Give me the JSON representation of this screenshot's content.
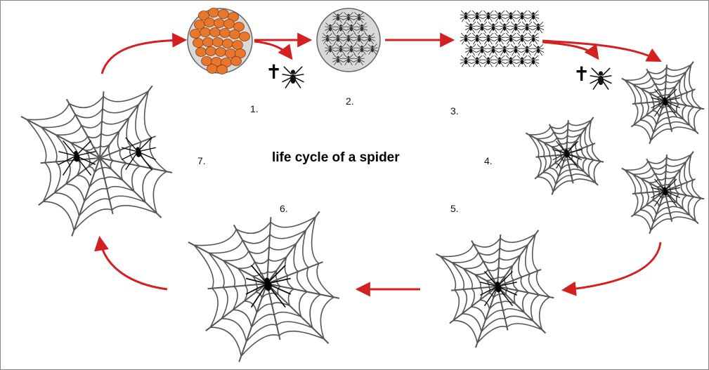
{
  "diagram": {
    "title": "life cycle of a spider",
    "stages": [
      {
        "number": "1.",
        "depicts": "egg sac"
      },
      {
        "number": "2.",
        "depicts": "spiderlings in egg sac"
      },
      {
        "number": "3.",
        "depicts": "spiderlings dispersing"
      },
      {
        "number": "4.",
        "depicts": "young spiders on webs"
      },
      {
        "number": "5.",
        "depicts": "growing spider on web"
      },
      {
        "number": "6.",
        "depicts": "adult spider on web"
      },
      {
        "number": "7.",
        "depicts": "mating pair on web"
      }
    ],
    "death_symbol": "✝",
    "colors": {
      "arrow": "#d42020",
      "web": "#555555",
      "egg": "#e8772e",
      "sac": "#d9d9d9",
      "spider": "#000000"
    }
  }
}
